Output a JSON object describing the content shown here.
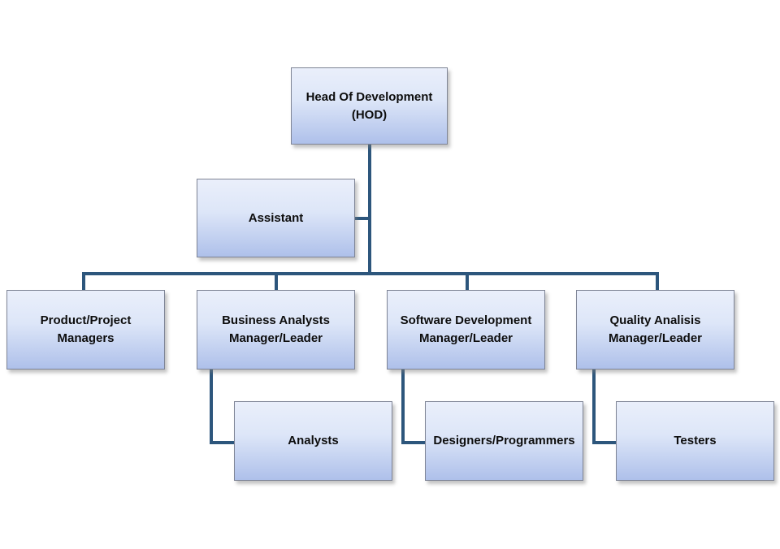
{
  "diagram": {
    "type": "org-chart",
    "background": "#ffffff",
    "colors": {
      "node_fill_top": "#eaeffb",
      "node_fill_mid": "#dde6f8",
      "node_fill_bottom": "#aec0ea",
      "node_border": "#7e8495",
      "connector": "#2d567c",
      "label_text": "#0d0d0d"
    },
    "nodes": [
      {
        "id": "hod",
        "label": "Head Of Development (HOD)",
        "reports_to": null
      },
      {
        "id": "assistant",
        "label": "Assistant",
        "reports_to": "hod"
      },
      {
        "id": "product",
        "label": "Product/Project Managers",
        "reports_to": "hod"
      },
      {
        "id": "business",
        "label": "Business Analysts Manager/Leader",
        "reports_to": "hod"
      },
      {
        "id": "software",
        "label": "Software Development Manager/Leader",
        "reports_to": "hod"
      },
      {
        "id": "quality",
        "label": "Quality Analisis Manager/Leader",
        "reports_to": "hod"
      },
      {
        "id": "analysts",
        "label": "Analysts",
        "reports_to": "business"
      },
      {
        "id": "designers",
        "label": "Designers/Programmers",
        "reports_to": "software"
      },
      {
        "id": "testers",
        "label": "Testers",
        "reports_to": "quality"
      }
    ],
    "edges": [
      {
        "from": "hod",
        "to": "assistant"
      },
      {
        "from": "hod",
        "to": "product"
      },
      {
        "from": "hod",
        "to": "business"
      },
      {
        "from": "hod",
        "to": "software"
      },
      {
        "from": "hod",
        "to": "quality"
      },
      {
        "from": "business",
        "to": "analysts"
      },
      {
        "from": "software",
        "to": "designers"
      },
      {
        "from": "quality",
        "to": "testers"
      }
    ]
  }
}
